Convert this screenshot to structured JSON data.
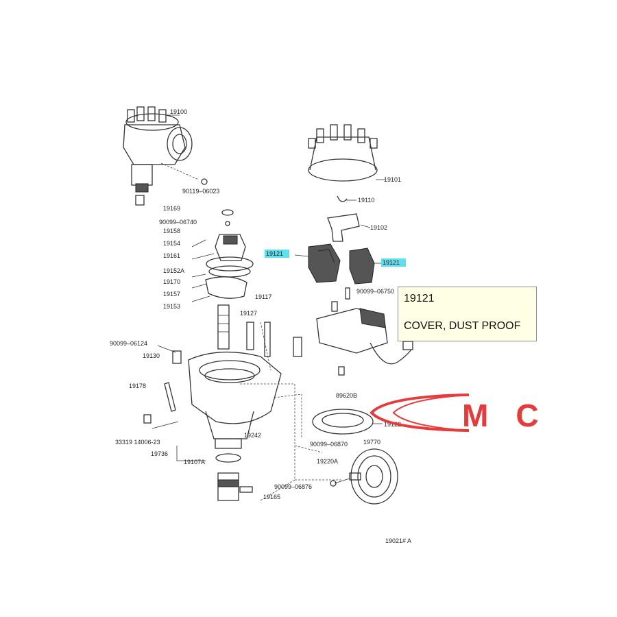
{
  "diagram": {
    "labels": [
      {
        "id": "19100",
        "text": "19100"
      },
      {
        "id": "90119-06023",
        "text": "90119–06023"
      },
      {
        "id": "19169",
        "text": "19169"
      },
      {
        "id": "90099-06740",
        "text": "90099–06740"
      },
      {
        "id": "19158",
        "text": "19158"
      },
      {
        "id": "19154",
        "text": "19154"
      },
      {
        "id": "19161",
        "text": "19161"
      },
      {
        "id": "19152A",
        "text": "19152A"
      },
      {
        "id": "19170",
        "text": "19170"
      },
      {
        "id": "19157",
        "text": "19157"
      },
      {
        "id": "19153",
        "text": "19153"
      },
      {
        "id": "19117",
        "text": "19117"
      },
      {
        "id": "19127",
        "text": "19127"
      },
      {
        "id": "90099-06124",
        "text": "90099–06124"
      },
      {
        "id": "19130",
        "text": "19130"
      },
      {
        "id": "19178",
        "text": "19178"
      },
      {
        "id": "33319-14006-23",
        "text": "33319 14006-23"
      },
      {
        "id": "19736",
        "text": "19736"
      },
      {
        "id": "19242",
        "text": "19242"
      },
      {
        "id": "19107A",
        "text": "19107A"
      },
      {
        "id": "90099-06870",
        "text": "90099–06870"
      },
      {
        "id": "19220A",
        "text": "19220A"
      },
      {
        "id": "90099-06876",
        "text": "90099–06876"
      },
      {
        "id": "19165",
        "text": "19165"
      },
      {
        "id": "19101",
        "text": "19101"
      },
      {
        "id": "19110",
        "text": "19110"
      },
      {
        "id": "19102",
        "text": "19102"
      },
      {
        "id": "19121a",
        "text": "19121"
      },
      {
        "id": "19121b",
        "text": "19121"
      },
      {
        "id": "90099-06750",
        "text": "90099–06750"
      },
      {
        "id": "89620B",
        "text": "89620B"
      },
      {
        "id": "19122",
        "text": "19122"
      },
      {
        "id": "19770",
        "text": "19770"
      },
      {
        "id": "ref",
        "text": "19021# A"
      }
    ]
  },
  "tooltip": {
    "part_number": "19121",
    "description": "COVER, DUST PROOF"
  },
  "watermark": {
    "letters": "MC",
    "color": "#e73b3b"
  },
  "colors": {
    "highlight": "#5ce1f0",
    "tooltip_bg": "#ffffe6"
  }
}
